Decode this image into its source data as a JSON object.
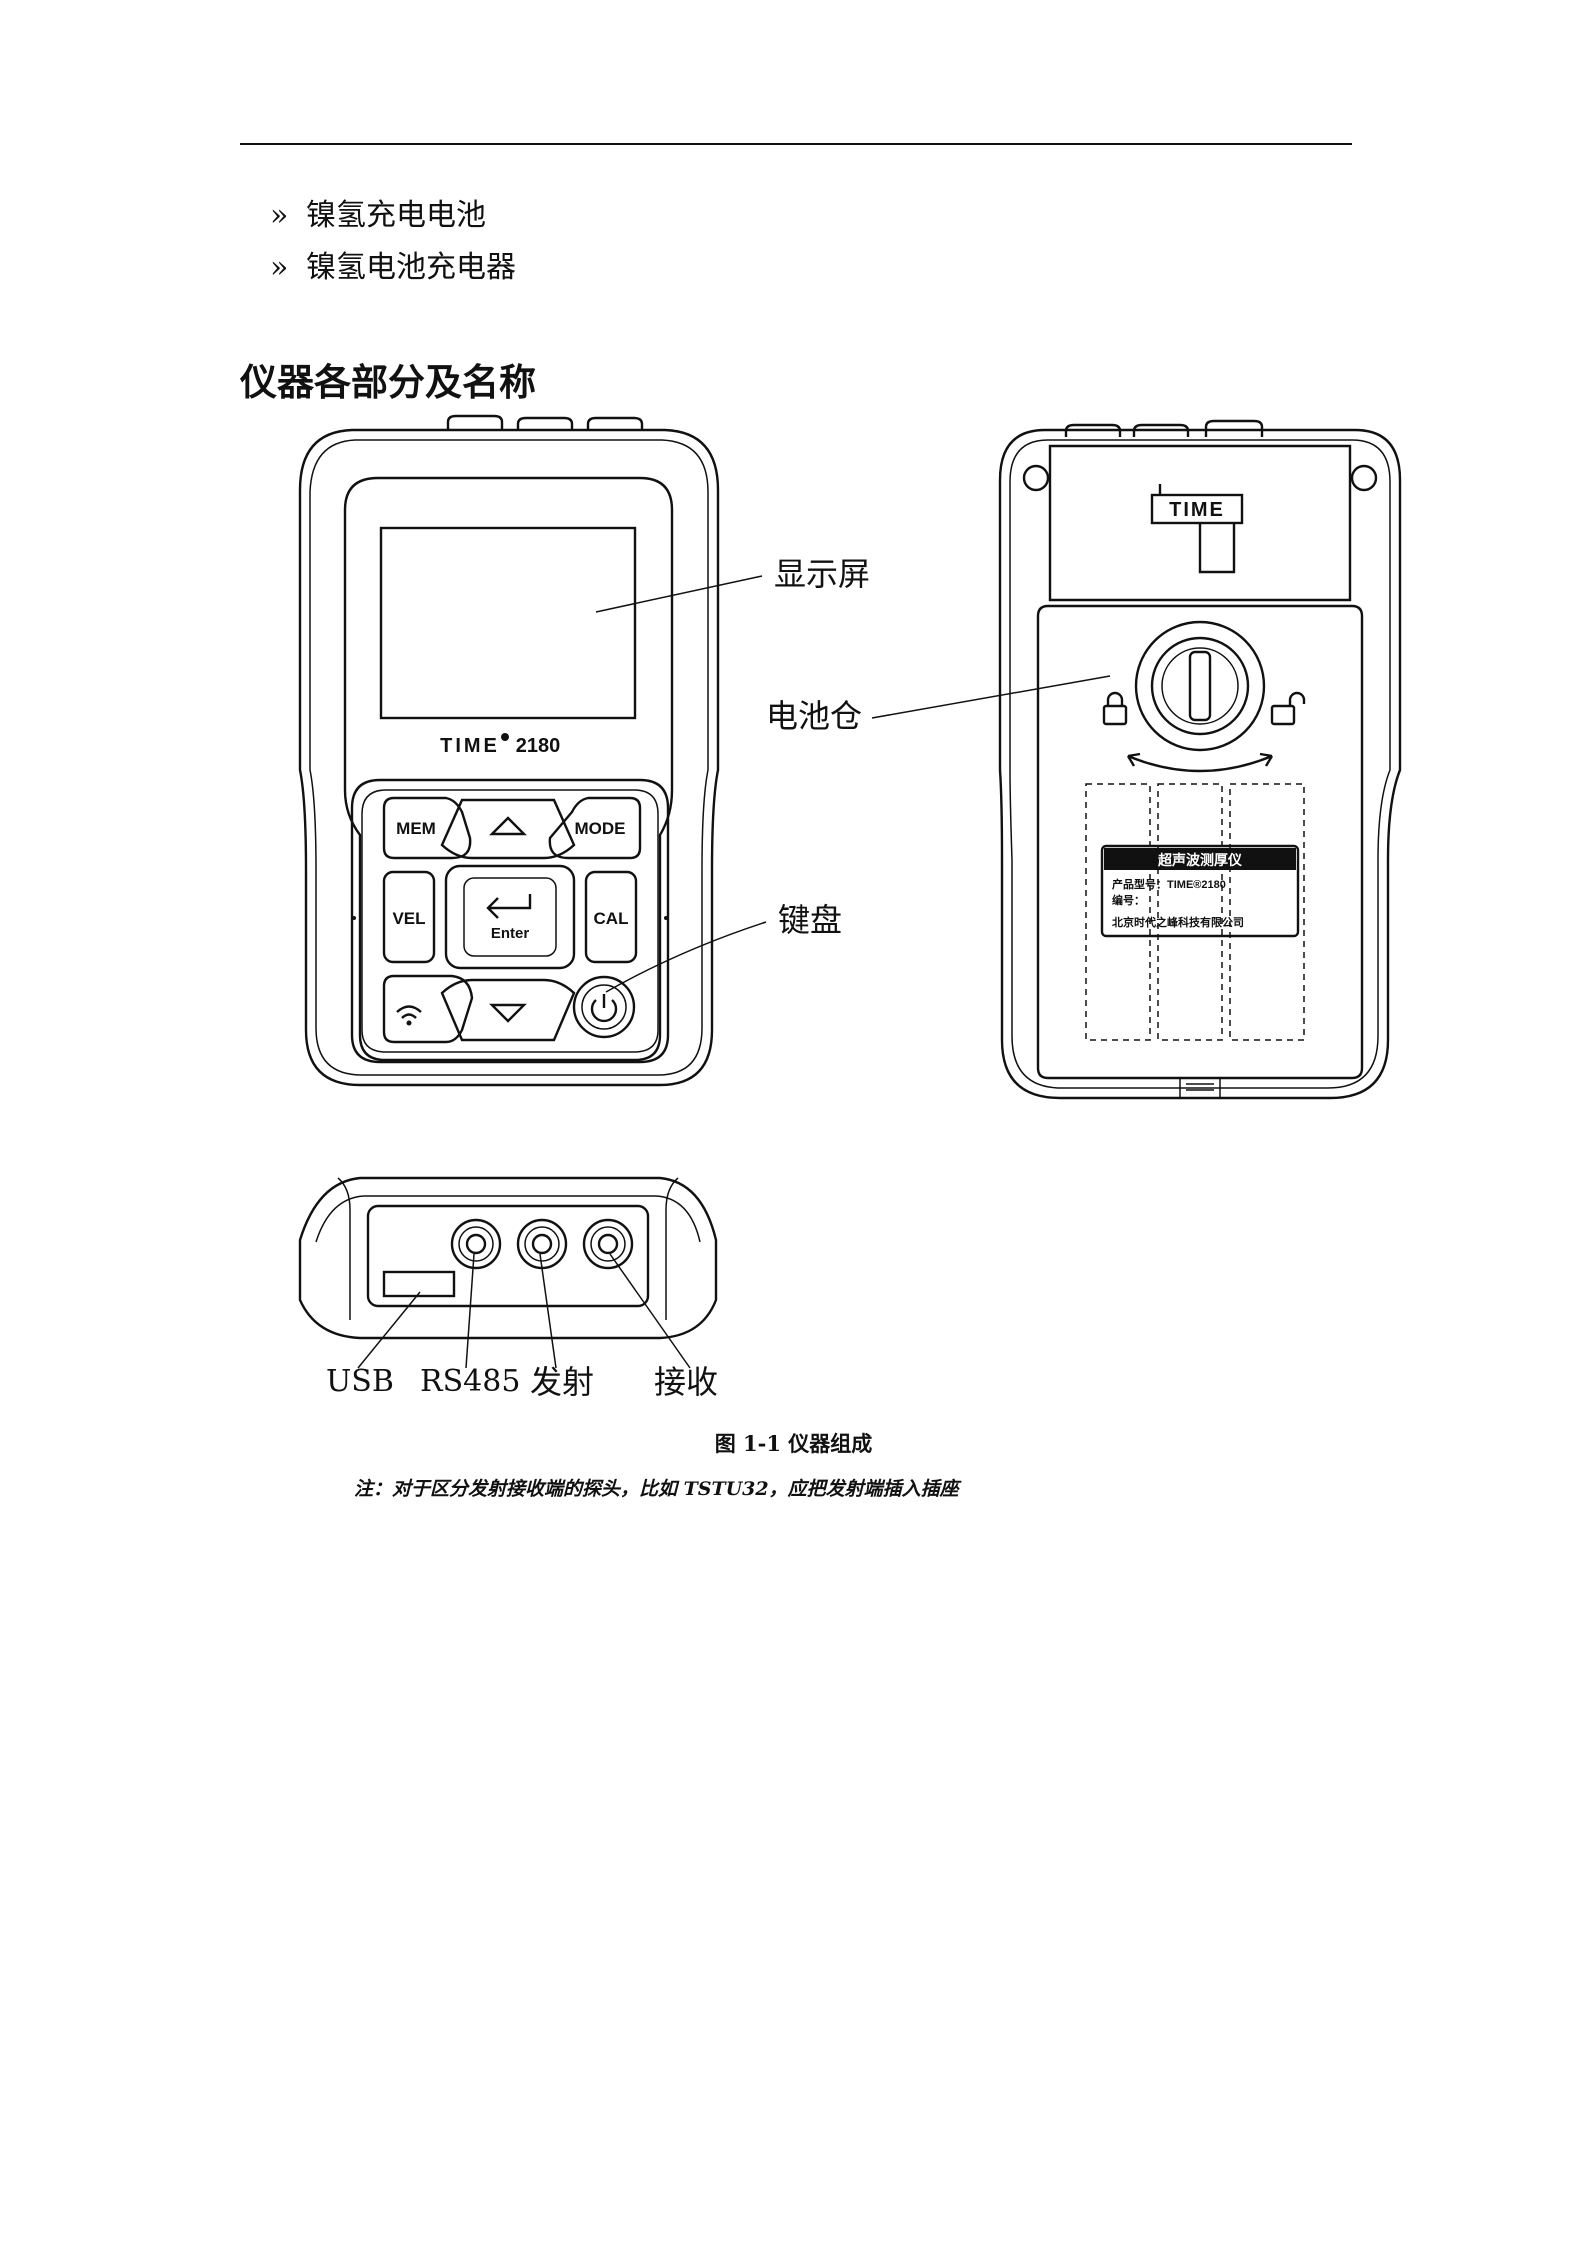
{
  "list_items": [
    {
      "marker": "»",
      "text": "镍氢充电电池"
    },
    {
      "marker": "»",
      "text": "镍氢电池充电器"
    }
  ],
  "section_heading": "仪器各部分及名称",
  "front_device": {
    "brand": "TIME",
    "model": "2180",
    "keys": {
      "mem": "MEM",
      "mode": "MODE",
      "vel": "VEL",
      "cal": "CAL",
      "enter": "Enter"
    }
  },
  "back_device": {
    "logo": "TIME",
    "label_title": "超声波测厚仪",
    "label_model": "产品型号：TIME®2180",
    "label_serial": "编号：",
    "label_company": "北京时代之峰科技有限公司"
  },
  "callouts": {
    "display": "显示屏",
    "battery": "电池仓",
    "keypad": "键盘",
    "usb": "USB",
    "rs485": "RS485",
    "transmit": "发射",
    "receive": "接收"
  },
  "figure_caption": "图 1-1  仪器组成",
  "note": "注：对于区分发射接收端的探头，比如 TSTU32，应把发射端插入插座"
}
